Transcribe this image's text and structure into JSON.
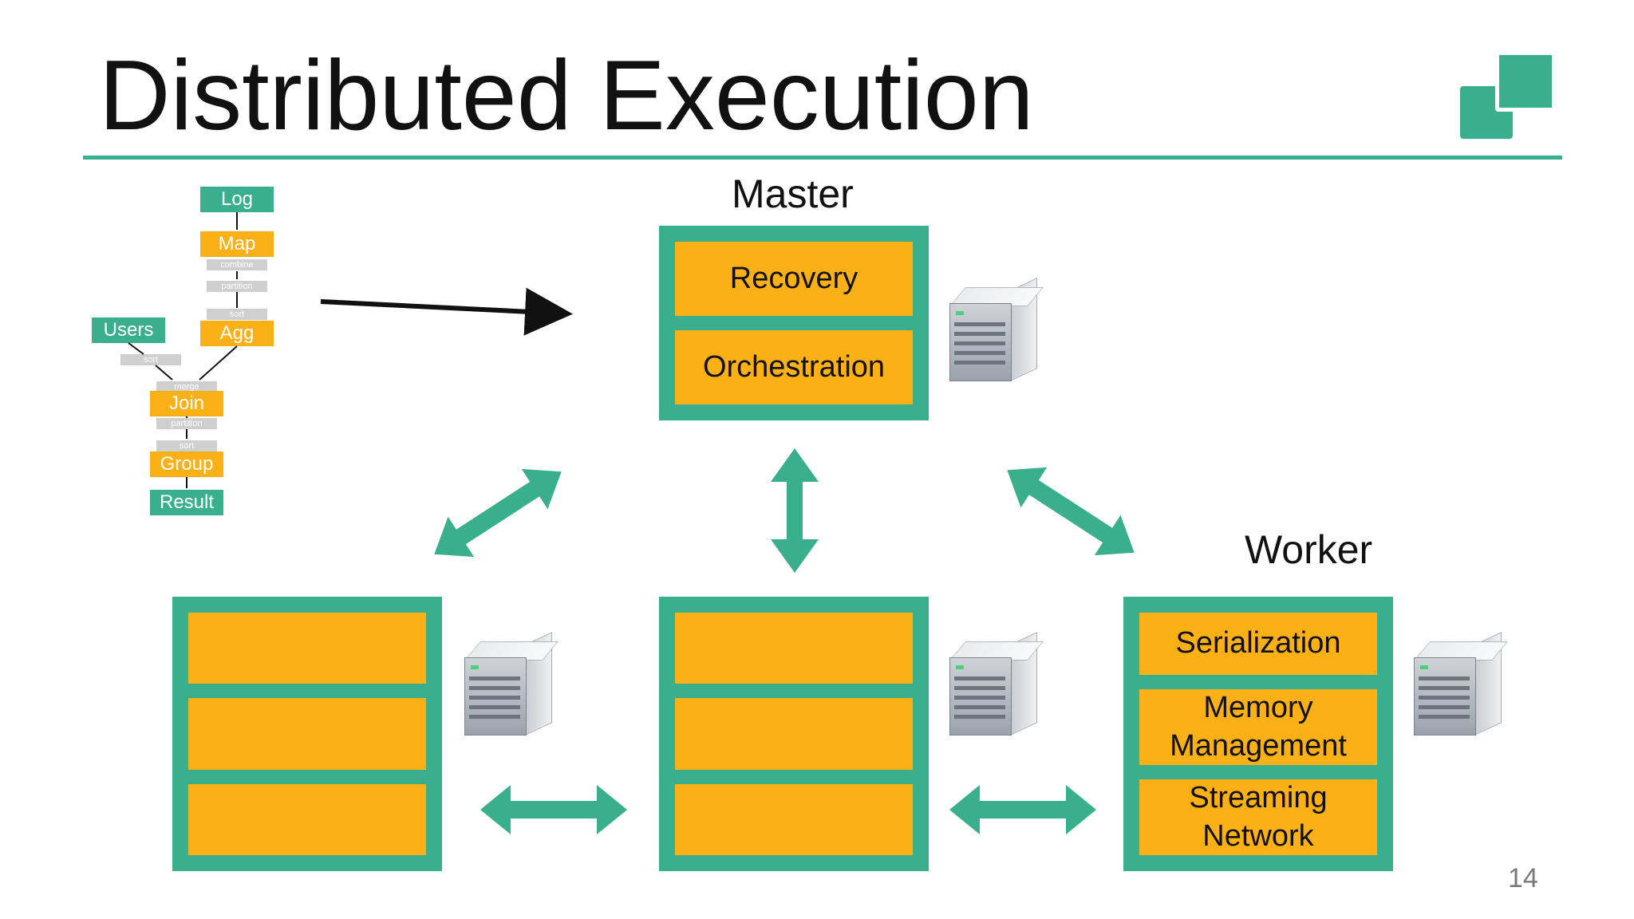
{
  "slide": {
    "title": "Distributed Execution",
    "page_number": "14"
  },
  "master": {
    "label": "Master",
    "modules": [
      "Recovery",
      "Orchestration"
    ]
  },
  "worker": {
    "label": "Worker",
    "modules": [
      "Serialization",
      "Memory\nManagement",
      "Streaming\nNetwork"
    ]
  },
  "dataflow": {
    "nodes": {
      "log": "Log",
      "map": "Map",
      "agg": "Agg",
      "users": "Users",
      "join": "Join",
      "group": "Group",
      "result": "Result"
    },
    "tags": {
      "combine": "combine",
      "partition_a": "partition",
      "sort_a": "sort",
      "sort_b": "sort",
      "merge": "merge",
      "partition_b": "partition",
      "sort_c": "sort"
    }
  },
  "colors": {
    "teal": "#3aaf8d",
    "gold": "#fbb116",
    "text": "#111111"
  }
}
